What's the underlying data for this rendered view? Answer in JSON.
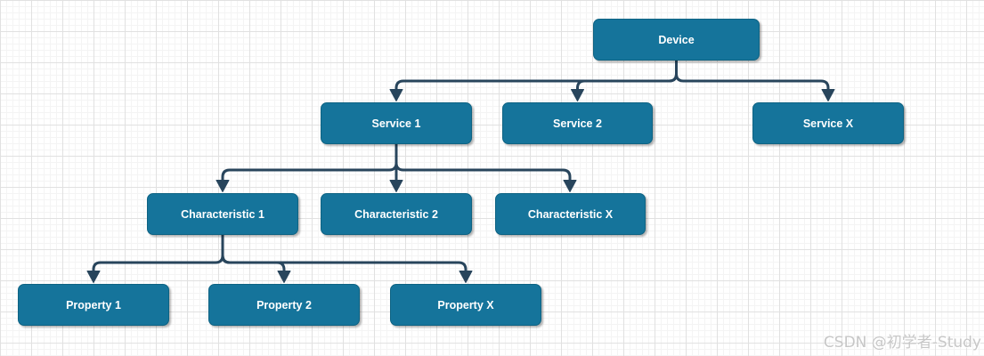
{
  "diagram": {
    "nodes": {
      "device": {
        "label": "Device"
      },
      "service1": {
        "label": "Service 1"
      },
      "service2": {
        "label": "Service 2"
      },
      "serviceX": {
        "label": "Service X"
      },
      "char1": {
        "label": "Characteristic 1"
      },
      "char2": {
        "label": "Characteristic 2"
      },
      "charX": {
        "label": "Characteristic X"
      },
      "prop1": {
        "label": "Property 1"
      },
      "prop2": {
        "label": "Property 2"
      },
      "propX": {
        "label": "Property X"
      }
    },
    "edges": [
      {
        "from": "Device",
        "to": "Service 1"
      },
      {
        "from": "Device",
        "to": "Service 2"
      },
      {
        "from": "Device",
        "to": "Service X"
      },
      {
        "from": "Service 1",
        "to": "Characteristic 1"
      },
      {
        "from": "Service 1",
        "to": "Characteristic 2"
      },
      {
        "from": "Service 1",
        "to": "Characteristic X"
      },
      {
        "from": "Characteristic 1",
        "to": "Property 1"
      },
      {
        "from": "Characteristic 1",
        "to": "Property 2"
      },
      {
        "from": "Characteristic 1",
        "to": "Property X"
      }
    ],
    "colors": {
      "node_fill": "#15749b",
      "node_border": "#0e6383",
      "node_text": "#ffffff",
      "edge": "#28455c",
      "grid_major": "#e1e1e1",
      "grid_minor": "#f4f4f4",
      "background": "#ffffff"
    }
  },
  "watermark": {
    "text": "CSDN @初学者-Study"
  }
}
